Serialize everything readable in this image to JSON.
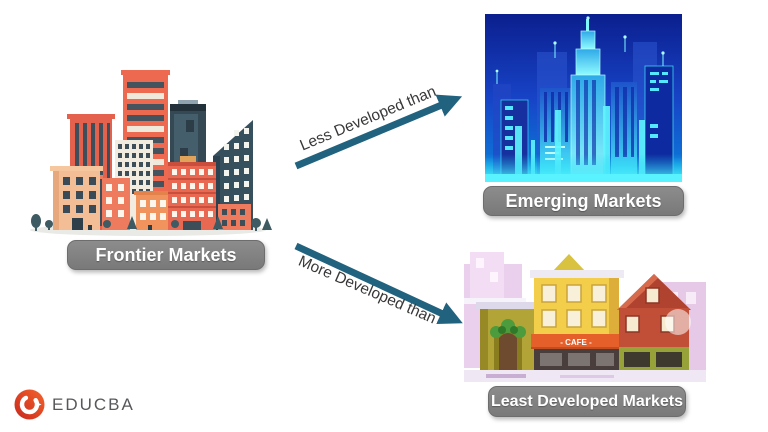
{
  "page": {
    "background": "#ffffff"
  },
  "diagram": {
    "nodes": [
      {
        "id": "frontier",
        "label": "Frontier Markets",
        "image": "frontier-markets-city-illustration"
      },
      {
        "id": "emerging",
        "label": "Emerging Markets",
        "image": "emerging-markets-neon-city-illustration"
      },
      {
        "id": "least",
        "label": "Least Developed Markets",
        "image": "least-developed-markets-shops-illustration"
      }
    ],
    "arrows": [
      {
        "id": "top",
        "label": "Less Developed than",
        "from": "Frontier Markets",
        "to": "Emerging Markets"
      },
      {
        "id": "bottom",
        "label": "More Developed than",
        "from": "Frontier Markets",
        "to": "Least Developed Markets"
      }
    ],
    "cafe_sign": "- CAFE -"
  },
  "branding": {
    "logo_text": "EDUCBA"
  },
  "colors": {
    "label_bg": "#7f7f7f",
    "label_text": "#ffffff",
    "arrow": "#21627f",
    "arrow_label_text": "#383838",
    "logo_red": "#e63e25",
    "logo_text_color": "#57585b"
  }
}
